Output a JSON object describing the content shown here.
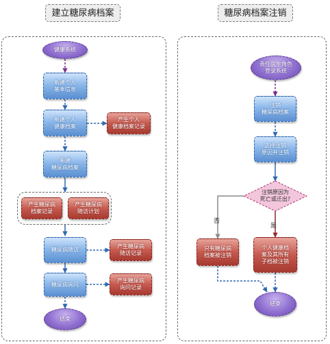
{
  "left_title": "建立糖尿病档案",
  "right_title": "糖尿病档案注销",
  "left": {
    "start": "健康系统",
    "new_basic": "新建个人\n基本信息",
    "new_health": "新建个人\n健康档案",
    "gen_health_record": "产生个人\n健康档案记录",
    "new_diabetes": "新建\n糖尿病档案",
    "gen_diabetes_record": "产生糖尿病\n档案记录",
    "gen_followup_plan": "产生糖尿病\n随访计划",
    "followup": "糖尿病随访",
    "gen_followup_record": "产生糖尿病\n随访记录",
    "inquiry": "糖尿病询问",
    "gen_inquiry_record": "产生糖尿病\n询问记录",
    "end": "结束"
  },
  "right": {
    "start": "责任医生角色\n登录系统",
    "cancel": "注销\n糖尿病档案",
    "choose_reason": "选择注销\n原因并注销",
    "decision": "注销原因为\n死亡或迁出?",
    "no_label": "否",
    "yes_label": "是",
    "only_diabetes": "只有糖尿病\n档案被注销",
    "all_cancelled": "个人健康档\n案及其所有\n子档被注销",
    "end": "结束"
  }
}
